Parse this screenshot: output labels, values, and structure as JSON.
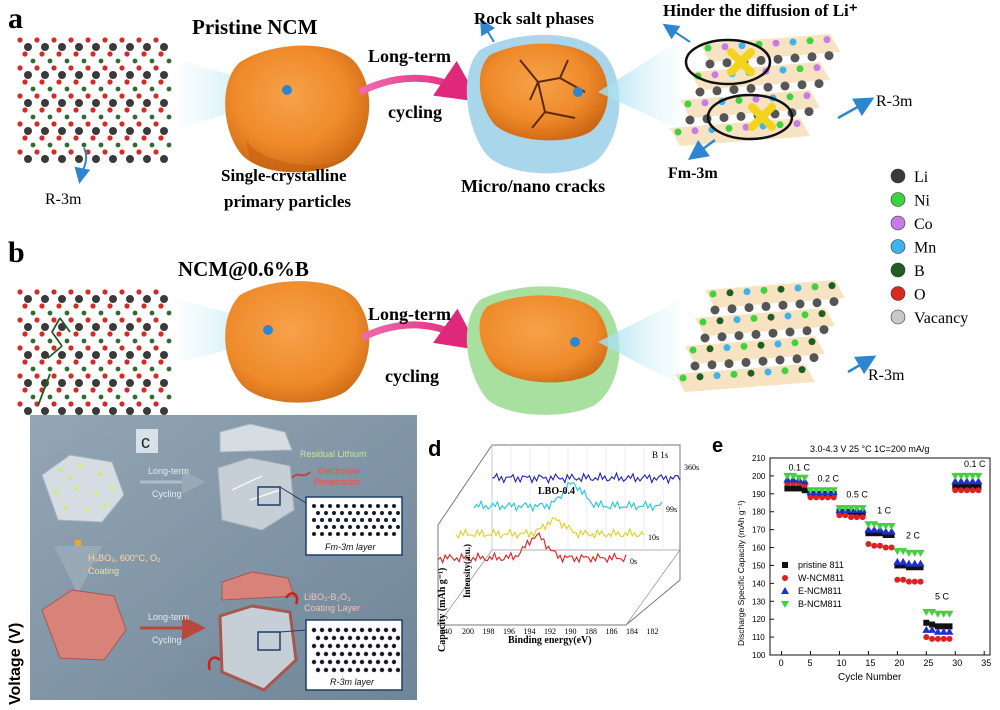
{
  "panel_a": {
    "label": "a",
    "title": "Pristine NCM",
    "arrow_line1": "Long-term",
    "arrow_line2": "cycling",
    "rock_salt": "Rock salt phases",
    "hinder": "Hinder the diffusion of Li⁺",
    "particle_line1": "Single-crystalline",
    "particle_line2": "primary particles",
    "cracks": "Micro/nano cracks",
    "lattice_left": "R-3m",
    "lattice_right": "R-3m",
    "fm3m": "Fm-3m"
  },
  "legend": {
    "items": [
      {
        "label": "Li",
        "color": "#3a3a3a"
      },
      {
        "label": "Ni",
        "color": "#3fd23f"
      },
      {
        "label": "Co",
        "color": "#c77be6"
      },
      {
        "label": "Mn",
        "color": "#3fb3ea"
      },
      {
        "label": "B",
        "color": "#1f5e22"
      },
      {
        "label": "O",
        "color": "#d82a20"
      },
      {
        "label": "Vacancy",
        "color": "#c9c9c9"
      }
    ]
  },
  "panel_b": {
    "label": "b",
    "title": "NCM@0.6%B",
    "arrow_line1": "Long-term",
    "arrow_line2": "cycling",
    "lattice_right": "R-3m"
  },
  "panel_c": {
    "label": "c",
    "residual": "Residual Lithium",
    "top_arrow1": "Long-term",
    "top_arrow2": "Cycling",
    "electrolyte1": "Electrolyte",
    "electrolyte2": "Penetration",
    "fm3m_layer": "Fm-3m layer",
    "coating1": "H₃BO₃, 600°C, O₂",
    "coating2": "Coating",
    "lbo1": "LiBO₂-B₂O₃",
    "lbo2": "Coating Layer",
    "bottom_arrow1": "Long-term",
    "bottom_arrow2": "Cycling",
    "r3m_layer": "R-3m layer",
    "side_label": "Voltage (V)"
  },
  "panel_d": {
    "label": "d",
    "corner": "B 1s",
    "sample": "LBO-0.4",
    "ylabel": "Intensity(a.u.)",
    "ylabel_cut": "Capacity (mAh g⁻¹)",
    "xlabel": "Binding energy(eV)",
    "xticks": [
      "200",
      "198",
      "196",
      "194",
      "192",
      "190",
      "188",
      "186",
      "184",
      "182"
    ],
    "first_tick": "240",
    "series_labels": [
      "360s",
      "99s",
      "10s",
      "0s"
    ]
  },
  "chart_data": {
    "type": "scatter",
    "title": "3.0-4.3 V   25 °C   1C=200 mA/g",
    "xlabel": "Cycle Number",
    "ylabel": "Discharge Specific Capacity (mAh g⁻¹)",
    "xlim": [
      -2,
      36
    ],
    "ylim": [
      100,
      210
    ],
    "xticks": [
      0,
      5,
      10,
      15,
      20,
      25,
      30,
      35
    ],
    "yticks": [
      100,
      110,
      120,
      130,
      140,
      150,
      160,
      170,
      180,
      190,
      200,
      210
    ],
    "rate_labels": [
      {
        "text": "0.1 C",
        "x": 1.2,
        "y": 203
      },
      {
        "text": "0.2 C",
        "x": 6.2,
        "y": 197
      },
      {
        "text": "0.5 C",
        "x": 11.2,
        "y": 188
      },
      {
        "text": "1 C",
        "x": 16.5,
        "y": 179
      },
      {
        "text": "2 C",
        "x": 21.5,
        "y": 165
      },
      {
        "text": "5 C",
        "x": 26.5,
        "y": 131
      },
      {
        "text": "0.1 C",
        "x": 31.5,
        "y": 205
      }
    ],
    "series": [
      {
        "name": "pristine 811",
        "color": "#111111",
        "marker": "square",
        "x": [
          1,
          2,
          3,
          4,
          5,
          6,
          7,
          8,
          9,
          10,
          11,
          12,
          13,
          14,
          15,
          16,
          17,
          18,
          19,
          20,
          21,
          22,
          23,
          24,
          25,
          26,
          27,
          28,
          29,
          30,
          31,
          32,
          33,
          34
        ],
        "values": [
          193,
          193,
          193,
          192,
          190,
          190,
          190,
          190,
          190,
          180,
          180,
          180,
          179,
          179,
          168,
          168,
          168,
          167,
          167,
          150,
          150,
          149,
          149,
          149,
          118,
          117,
          116,
          116,
          116,
          194,
          194,
          194,
          194,
          194
        ]
      },
      {
        "name": "W-NCM811",
        "color": "#e02020",
        "marker": "circle",
        "x": [
          1,
          2,
          3,
          4,
          5,
          6,
          7,
          8,
          9,
          10,
          11,
          12,
          13,
          14,
          15,
          16,
          17,
          18,
          19,
          20,
          21,
          22,
          23,
          24,
          25,
          26,
          27,
          28,
          29,
          30,
          31,
          32,
          33,
          34
        ],
        "values": [
          196,
          196,
          196,
          195,
          188,
          188,
          188,
          188,
          188,
          178,
          178,
          177,
          177,
          177,
          162,
          161,
          161,
          160,
          160,
          142,
          142,
          141,
          141,
          141,
          110,
          109,
          109,
          109,
          109,
          192,
          192,
          192,
          192,
          192
        ]
      },
      {
        "name": "E-NCM811",
        "color": "#2030d0",
        "marker": "triangle",
        "x": [
          1,
          2,
          3,
          4,
          5,
          6,
          7,
          8,
          9,
          10,
          11,
          12,
          13,
          14,
          15,
          16,
          17,
          18,
          19,
          20,
          21,
          22,
          23,
          24,
          25,
          26,
          27,
          28,
          29,
          30,
          31,
          32,
          33,
          34
        ],
        "values": [
          198,
          198,
          198,
          197,
          191,
          191,
          191,
          191,
          191,
          181,
          181,
          181,
          181,
          181,
          170,
          170,
          170,
          169,
          169,
          152,
          152,
          151,
          151,
          151,
          114,
          114,
          113,
          113,
          113,
          197,
          197,
          197,
          197,
          197
        ]
      },
      {
        "name": "B-NCM811",
        "color": "#40d040",
        "marker": "triangle-down",
        "x": [
          1,
          2,
          3,
          4,
          5,
          6,
          7,
          8,
          9,
          10,
          11,
          12,
          13,
          14,
          15,
          16,
          17,
          18,
          19,
          20,
          21,
          22,
          23,
          24,
          25,
          26,
          27,
          28,
          29,
          30,
          31,
          32,
          33,
          34
        ],
        "values": [
          200,
          200,
          199,
          199,
          192,
          192,
          192,
          192,
          192,
          182,
          182,
          182,
          182,
          182,
          173,
          173,
          172,
          172,
          172,
          158,
          158,
          157,
          157,
          157,
          124,
          124,
          123,
          123,
          123,
          200,
          200,
          200,
          200,
          200
        ]
      }
    ]
  },
  "panel_e_label": "e"
}
